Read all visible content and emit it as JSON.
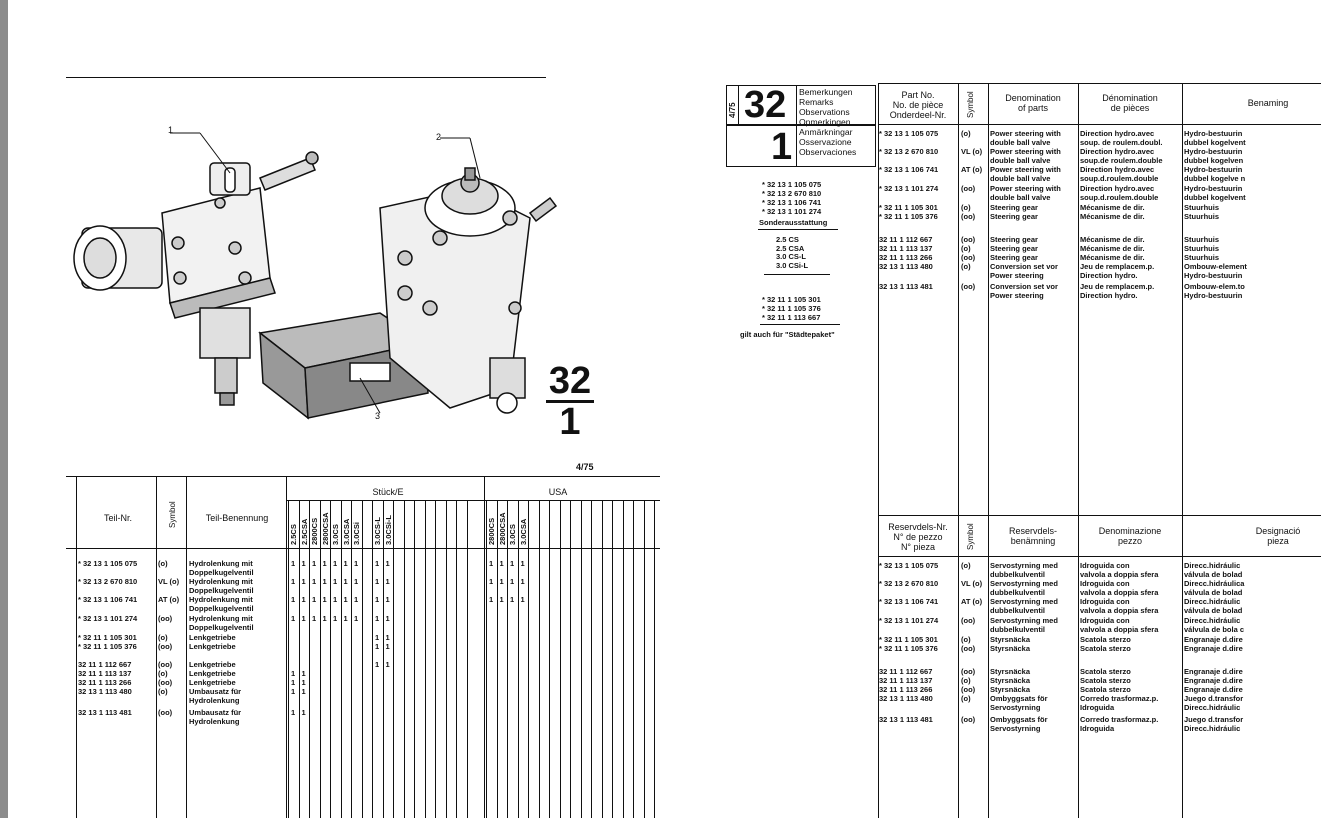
{
  "left": {
    "page_code": "4/75",
    "catalog_group": "32",
    "catalog_subgroup": "1",
    "callouts": [
      "1",
      "2",
      "3"
    ],
    "table": {
      "col_part": "Teil-Nr.",
      "col_symbol": "Symbol",
      "col_name": "Teil-Benennung",
      "col_qty": "Stück/E",
      "col_usa": "USA",
      "models": [
        "2.5CS",
        "2.5CSA",
        "2800CS",
        "2800CSA",
        "3.0CS",
        "3.0CSA",
        "3.0CSi",
        "",
        "3.0CS-L",
        "3.0CSi-L"
      ],
      "usa_models": [
        "2800CS",
        "2800CSA",
        "3.0CS",
        "3.0CSA"
      ],
      "rows": [
        {
          "part": "* 32 13 1 105 075",
          "sym": "(o)",
          "name": "Hydrolenkung mit",
          "name2": "Doppelkugelventil",
          "qty": [
            "1",
            "1",
            "1",
            "1",
            "1",
            "1",
            "1",
            "",
            "1",
            "1"
          ],
          "usa": [
            "1",
            "1",
            "1",
            "1"
          ]
        },
        {
          "part": "* 32 13 2 670 810",
          "sym": "VL (o)",
          "name": "Hydrolenkung mit",
          "name2": "Doppelkugelventil",
          "qty": [
            "1",
            "1",
            "1",
            "1",
            "1",
            "1",
            "1",
            "",
            "1",
            "1"
          ],
          "usa": [
            "1",
            "1",
            "1",
            "1"
          ]
        },
        {
          "part": "* 32 13 1 106 741",
          "sym": "AT (o)",
          "name": "Hydrolenkung mit",
          "name2": "Doppelkugelventil",
          "qty": [
            "1",
            "1",
            "1",
            "1",
            "1",
            "1",
            "1",
            "",
            "1",
            "1"
          ],
          "usa": [
            "1",
            "1",
            "1",
            "1"
          ]
        },
        {
          "part": "* 32 13 1 101 274",
          "sym": "(oo)",
          "name": "Hydrolenkung mit",
          "name2": "Doppelkugelventil",
          "qty": [
            "1",
            "1",
            "1",
            "1",
            "1",
            "1",
            "1",
            "",
            "1",
            "1"
          ],
          "usa": [
            "",
            "",
            "",
            ""
          ]
        },
        {
          "part": "* 32 11 1 105 301",
          "sym": "(o)",
          "name": "Lenkgetriebe",
          "name2": "",
          "qty": [
            "",
            "",
            "",
            "",
            "",
            "",
            "",
            "",
            "1",
            "1"
          ],
          "usa": [
            "",
            "",
            "",
            ""
          ]
        },
        {
          "part": "* 32 11 1 105 376",
          "sym": "(oo)",
          "name": "Lenkgetriebe",
          "name2": "",
          "qty": [
            "",
            "",
            "",
            "",
            "",
            "",
            "",
            "",
            "1",
            "1"
          ],
          "usa": [
            "",
            "",
            "",
            ""
          ]
        },
        {
          "part": "32 11 1 112 667",
          "sym": "(oo)",
          "name": "Lenkgetriebe",
          "name2": "",
          "qty": [
            "",
            "",
            "",
            "",
            "",
            "",
            "",
            "",
            "1",
            "1"
          ],
          "usa": [
            "",
            "",
            "",
            ""
          ]
        },
        {
          "part": "32 11 1 113 137",
          "sym": "(o)",
          "name": "Lenkgetriebe",
          "name2": "",
          "qty": [
            "1",
            "1",
            "",
            "",
            "",
            "",
            "",
            "",
            "",
            ""
          ],
          "usa": [
            "",
            "",
            "",
            ""
          ]
        },
        {
          "part": "32 11 1 113 266",
          "sym": "(oo)",
          "name": "Lenkgetriebe",
          "name2": "",
          "qty": [
            "1",
            "1",
            "",
            "",
            "",
            "",
            "",
            "",
            "",
            ""
          ],
          "usa": [
            "",
            "",
            "",
            ""
          ]
        },
        {
          "part": "32 13 1 113 480",
          "sym": "(o)",
          "name": "Umbausatz für",
          "name2": "Hydrolenkung",
          "qty": [
            "1",
            "1",
            "",
            "",
            "",
            "",
            "",
            "",
            "",
            ""
          ],
          "usa": [
            "",
            "",
            "",
            ""
          ]
        },
        {
          "part": "32 13 1 113 481",
          "sym": "(oo)",
          "name": "Umbausatz für",
          "name2": "Hydrolenkung",
          "qty": [
            "1",
            "1",
            "",
            "",
            "",
            "",
            "",
            "",
            "",
            ""
          ],
          "usa": [
            "",
            "",
            "",
            ""
          ]
        }
      ]
    }
  },
  "right": {
    "page_code": "4/75",
    "group": "32",
    "subgroup": "1",
    "remarks_labels": [
      "Bemerkungen",
      "Remarks",
      "Observations",
      "Opmerkingen",
      "Anmärkningar",
      "Osservazione",
      "Observaciones"
    ],
    "notes_top": [
      "* 32 13 1 105 075",
      "* 32 13 2 670 810",
      "* 32 13 1 106 741",
      "* 32 13 1 101 274"
    ],
    "sonder": "Sonderausstattung",
    "models": [
      "2.5 CS",
      "2.5 CSA",
      "3.0 CS-L",
      "3.0 CSi-L"
    ],
    "notes_bottom": [
      "* 32 11 1 105 301",
      "* 32 11 1 105 376",
      "* 32 11 1 113 667"
    ],
    "gilt": "gilt auch für \"Städtepaket\"",
    "top_headers": {
      "part": [
        "Part No.",
        "No. de pièce",
        "Onderdeel-Nr."
      ],
      "symbol": "Symbol",
      "den_en": [
        "Denomination",
        "of parts"
      ],
      "den_fr": [
        "Dénomination",
        "de pièces"
      ],
      "den_nl": "Benaming"
    },
    "bottom_headers": {
      "part": [
        "Reservdels-Nr.",
        "N° de pezzo",
        "N° pieza"
      ],
      "symbol": "Symbol",
      "den_sv": [
        "Reservdels-",
        "benämning"
      ],
      "den_it": [
        "Denominazione",
        "pezzo"
      ],
      "den_es": [
        "Designació",
        "pieza"
      ]
    },
    "top_rows": [
      {
        "part": "* 32 13 1 105 075",
        "sym": "(o)",
        "en": [
          "Power steering with",
          "double ball valve"
        ],
        "fr": [
          "Direction hydro.avec",
          "soup. de roulem.doubl."
        ],
        "nl": [
          "Hydro-bestuurin",
          "dubbel kogelvent"
        ]
      },
      {
        "part": "* 32 13 2 670 810",
        "sym": "VL (o)",
        "en": [
          "Power steering with",
          "double ball valve"
        ],
        "fr": [
          "Direction hydro.avec",
          "soup.de roulem.double"
        ],
        "nl": [
          "Hydro-bestuurin",
          "dubbel kogelven"
        ]
      },
      {
        "part": "* 32 13 1 106 741",
        "sym": "AT (o)",
        "en": [
          "Power steering with",
          "double ball valve"
        ],
        "fr": [
          "Direction hydro.avec",
          "soup.d.roulem.double"
        ],
        "nl": [
          "Hydro-bestuurin",
          "dubbel kogelve n"
        ]
      },
      {
        "part": "* 32 13 1 101 274",
        "sym": "(oo)",
        "en": [
          "Power steering with",
          "double ball valve"
        ],
        "fr": [
          "Direction hydro.avec",
          "soup.d.roulem.double"
        ],
        "nl": [
          "Hydro-bestuurin",
          "dubbel kogelvent"
        ]
      },
      {
        "part": "* 32 11 1 105 301",
        "sym": "(o)",
        "en": [
          "Steering gear"
        ],
        "fr": [
          "Mécanisme de dir."
        ],
        "nl": [
          "Stuurhuis"
        ]
      },
      {
        "part": "* 32 11 1 105 376",
        "sym": "(oo)",
        "en": [
          "Steering gear"
        ],
        "fr": [
          "Mécanisme de dir."
        ],
        "nl": [
          "Stuurhuis"
        ]
      },
      {
        "part": "32 11 1 112 667",
        "sym": "(oo)",
        "en": [
          "Steering gear"
        ],
        "fr": [
          "Mécanisme de dir."
        ],
        "nl": [
          "Stuurhuis"
        ]
      },
      {
        "part": "32 11 1 113 137",
        "sym": "(o)",
        "en": [
          "Steering gear"
        ],
        "fr": [
          "Mécanisme de dir."
        ],
        "nl": [
          "Stuurhuis"
        ]
      },
      {
        "part": "32 11 1 113 266",
        "sym": "(oo)",
        "en": [
          "Steering gear"
        ],
        "fr": [
          "Mécanisme de dir."
        ],
        "nl": [
          "Stuurhuis"
        ]
      },
      {
        "part": "32 13 1 113 480",
        "sym": "(o)",
        "en": [
          "Conversion set vor",
          "Power steering"
        ],
        "fr": [
          "Jeu de remplacem.p.",
          "Direction hydro."
        ],
        "nl": [
          "Ombouw-element",
          "Hydro-bestuurin"
        ]
      },
      {
        "part": "32 13 1 113 481",
        "sym": "(oo)",
        "en": [
          "Conversion set vor",
          "Power steering"
        ],
        "fr": [
          "Jeu de remplacem.p.",
          "Direction hydro."
        ],
        "nl": [
          "Ombouw-elem.to",
          "Hydro-bestuurin"
        ]
      }
    ],
    "bottom_rows": [
      {
        "part": "* 32 13 1 105 075",
        "sym": "(o)",
        "sv": [
          "Servostyrning med",
          "dubbelkulventil"
        ],
        "it": [
          "Idroguida con",
          "valvola a doppia sfera"
        ],
        "es": [
          "Direcc.hidráulic",
          "válvula de bolad"
        ]
      },
      {
        "part": "* 32 13 2 670 810",
        "sym": "VL (o)",
        "sv": [
          "Servostyrning med",
          "dubbelkulventil"
        ],
        "it": [
          "Idroguida con",
          "valvola a doppia sfera"
        ],
        "es": [
          "Direcc.hidráulica",
          "válvula de bolad"
        ]
      },
      {
        "part": "* 32 13 1 106 741",
        "sym": "AT (o)",
        "sv": [
          "Servostyrning med",
          "dubbelkulventil"
        ],
        "it": [
          "Idroguida con",
          "valvola a doppia sfera"
        ],
        "es": [
          "Direcc.hidráulic",
          "válvula de bolad"
        ]
      },
      {
        "part": "* 32 13 1 101 274",
        "sym": "(oo)",
        "sv": [
          "Servostyrning med",
          "dubbelkulventil"
        ],
        "it": [
          "Idroguida con",
          "valvola a doppia sfera"
        ],
        "es": [
          "Direcc.hidráulic",
          "válvula de bola c"
        ]
      },
      {
        "part": "* 32 11 1 105 301",
        "sym": "(o)",
        "sv": [
          "Styrsnäcka"
        ],
        "it": [
          "Scatola sterzo"
        ],
        "es": [
          "Engranaje d.dire"
        ]
      },
      {
        "part": "* 32 11 1 105 376",
        "sym": "(oo)",
        "sv": [
          "Styrsnäcka"
        ],
        "it": [
          "Scatola sterzo"
        ],
        "es": [
          "Engranaje d.dire"
        ]
      },
      {
        "part": "32 11 1 112 667",
        "sym": "(oo)",
        "sv": [
          "Styrsnäcka"
        ],
        "it": [
          "Scatola sterzo"
        ],
        "es": [
          "Engranaje d.dire"
        ]
      },
      {
        "part": "32 11 1 113 137",
        "sym": "(o)",
        "sv": [
          "Styrsnäcka"
        ],
        "it": [
          "Scatola sterzo"
        ],
        "es": [
          "Engranaje d.dire"
        ]
      },
      {
        "part": "32 11 1 113 266",
        "sym": "(oo)",
        "sv": [
          "Styrsnäcka"
        ],
        "it": [
          "Scatola sterzo"
        ],
        "es": [
          "Engranaje d.dire"
        ]
      },
      {
        "part": "32 13 1 113 480",
        "sym": "(o)",
        "sv": [
          "Ombyggsats för",
          "Servostyrning"
        ],
        "it": [
          "Corredo trasformaz.p.",
          "Idroguida"
        ],
        "es": [
          "Juego d.transfor",
          "Direcc.hidráulic"
        ]
      },
      {
        "part": "32 13 1 113 481",
        "sym": "(oo)",
        "sv": [
          "Ombyggsats för",
          "Servostyrning"
        ],
        "it": [
          "Corredo trasformaz.p.",
          "Idroguida"
        ],
        "es": [
          "Juego d.transfor",
          "Direcc.hidráulic"
        ]
      }
    ]
  }
}
